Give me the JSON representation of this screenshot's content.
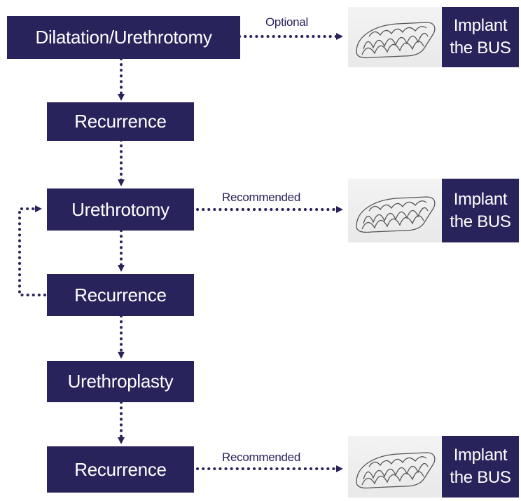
{
  "nodes": {
    "dilatation": "Dilatation/Urethrotomy",
    "recurrence_1": "Recurrence",
    "urethrotomy": "Urethrotomy",
    "recurrence_2": "Recurrence",
    "urethroplasty": "Urethroplasty",
    "recurrence_3": "Recurrence"
  },
  "edge_labels": {
    "optional": "Optional",
    "recommended_1": "Recommended",
    "recommended_2": "Recommended"
  },
  "implant": {
    "line1": "Implant",
    "line2": "the BUS"
  },
  "colors": {
    "box": "#29235c",
    "arrow": "#29235c",
    "text_on_box": "#ffffff"
  }
}
